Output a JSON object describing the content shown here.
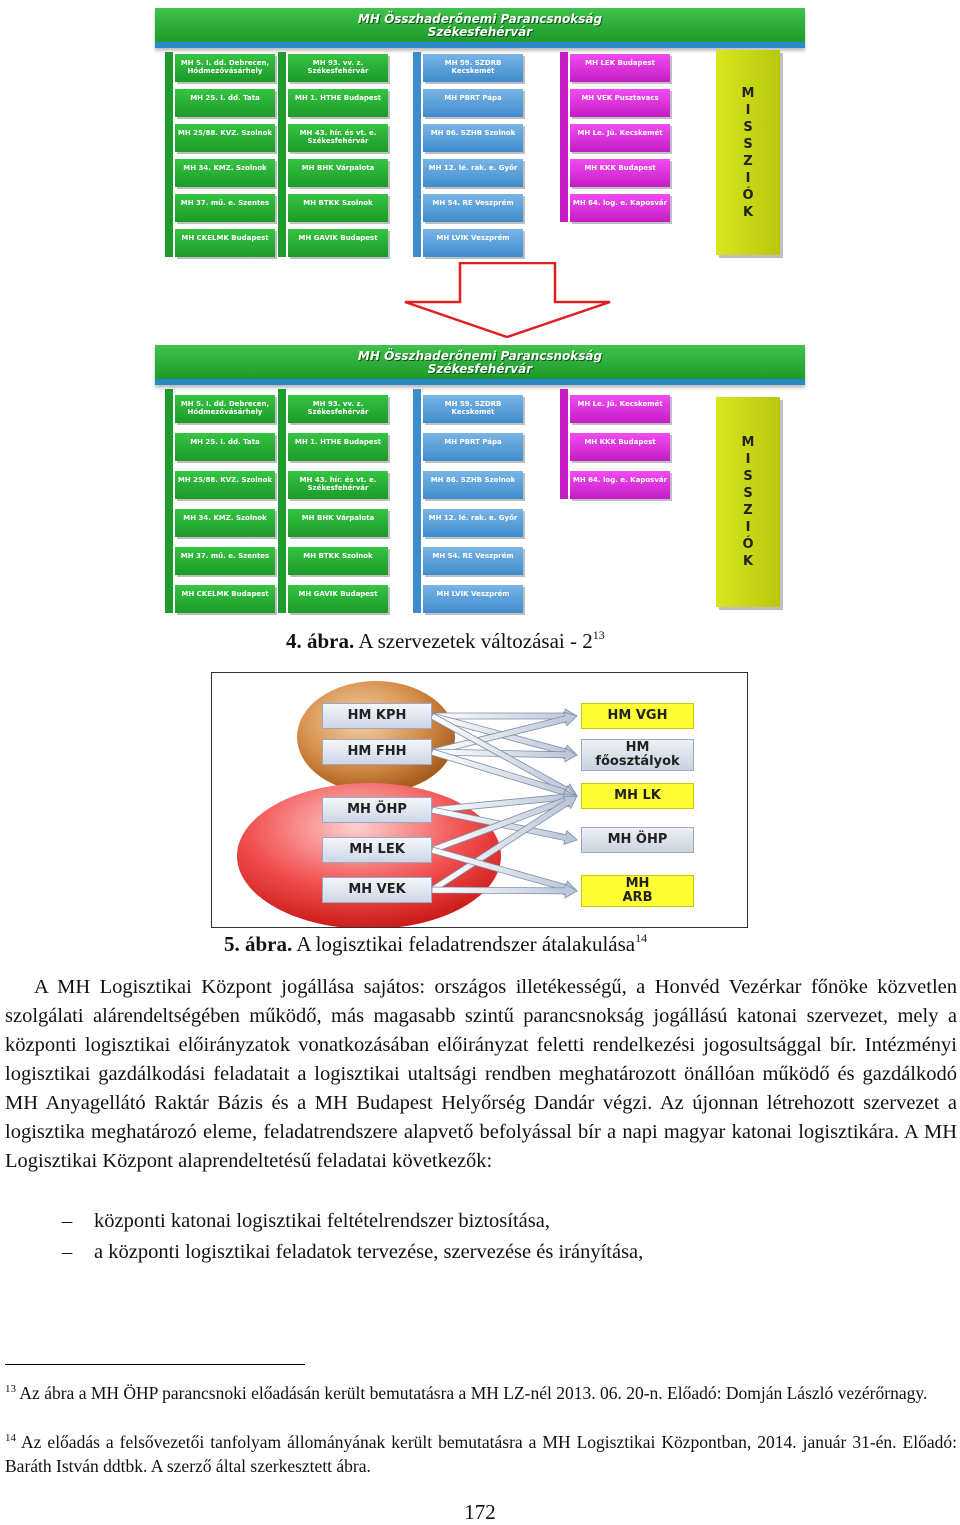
{
  "figure4": {
    "top_chart": {
      "banner_line1": "MH Összhaderőnemi Parancsnokság",
      "banner_line2": "Székesfehérvár",
      "green_col1": [
        "MH 5. I. dd. Debrecen, Hódmezővásárhely",
        "MH 25. I. dd. Tata",
        "MH 25/88. KVZ. Szolnok",
        "MH 34. KMZ. Szolnok",
        "MH 37. mű. e. Szentes",
        "MH CKELMK Budapest"
      ],
      "green_col2": [
        "MH 93. vv. z. Székesfehérvár",
        "MH 1. HTHE Budapest",
        "MH 43. hír. és vt. e. Székesfehérvár",
        "MH BHK Várpalota",
        "MH BTKK Szolnok",
        "MH GAVIK Budapest"
      ],
      "blue_col": [
        "MH 59. SZDRB Kecskemét",
        "MH PBRT Pápa",
        "MH 86. SZHB Szolnok",
        "MH 12. lé. rak. e. Győr",
        "MH 54. RE Veszprém",
        "MH LVIK Veszprém"
      ],
      "pink_col": [
        "MH LEK Budapest",
        "MH VEK Pusztavacs",
        "MH Le. Jü. Kecskemét",
        "MH KKK Budapest",
        "MH 64. log. e. Kaposvár"
      ],
      "missions": "MISSZIÓK"
    },
    "bottom_chart": {
      "banner_line1": "MH Összhaderőnemi Parancsnokság",
      "banner_line2": "Székesfehérvár",
      "green_col1": [
        "MH 5. I. dd. Debrecen, Hódmezővásárhely",
        "MH 25. I. dd. Tata",
        "MH 25/88. KVZ. Szolnok",
        "MH 34. KMZ. Szolnok",
        "MH 37. mű. e. Szentes",
        "MH CKELMK Budapest"
      ],
      "green_col2": [
        "MH 93. vv. z. Székesfehérvár",
        "MH 1. HTHE Budapest",
        "MH 43. hír. és vt. e. Székesfehérvár",
        "MH BHK Várpalota",
        "MH BTKK Szolnok",
        "MH GAVIK Budapest"
      ],
      "blue_col": [
        "MH 59. SZDRB Kecskemét",
        "MH PBRT Pápa",
        "MH 86. SZHB Szolnok",
        "MH 12. lé. rak. e. Győr",
        "MH 54. RE Veszprém",
        "MH LVIK Veszprém"
      ],
      "pink_col": [
        "MH Le. Jü. Kecskemét",
        "MH KKK Budapest",
        "MH 64. log. e. Kaposvár"
      ],
      "missions": "MISSZIÓK"
    },
    "caption_label": "4. ábra.",
    "caption_text": " A szervezetek változásai - 2",
    "caption_sup": "13"
  },
  "figure5": {
    "left_boxes": [
      "HM KPH",
      "HM FHH",
      "MH ÖHP",
      "MH LEK",
      "MH VEK"
    ],
    "right_boxes": [
      "HM VGH",
      "HM főosztályok",
      "MH LK",
      "MH ÖHP",
      "MH ARB"
    ],
    "caption_label": "5. ábra.",
    "caption_text": " A logisztikai feladatrendszer átalakulása",
    "caption_sup": "14"
  },
  "body": {
    "paragraph": "A MH Logisztikai Központ jogállása sajátos: országos illetékességű, a Honvéd Vezérkar főnöke közvetlen szolgálati alárendeltségében működő, más magasabb szintű parancsnokság jogállású katonai szervezet, mely a központi logisztikai előirányzatok vonatkozásában előirányzat feletti rendelkezési jogosultsággal bír. Intézményi logisztikai gazdálkodási feladatait a logisztikai utaltsági rendben meghatározott önállóan működő és gazdálkodó MH Anyagellátó Raktár Bázis és a MH Budapest Helyőrség Dandár végzi. Az újonnan létrehozott szervezet a logisztika meghatározó eleme, feladatrendszere alapvető befolyással bír a napi magyar katonai logisztikára. A MH Logisztikai Központ alaprendeltetésű feladatai következők:",
    "bullets": [
      "központi katonai logisztikai feltételrendszer biztosítása,",
      "a központi logisztikai feladatok tervezése, szervezése és irányítása,"
    ],
    "bullet_marker": "–"
  },
  "footnotes": [
    {
      "num": "13",
      "text": "Az ábra a MH ÖHP parancsnoki előadásán került bemutatásra a MH LZ-nél 2013. 06. 20-n. Előadó: Domján László vezérőrnagy."
    },
    {
      "num": "14",
      "text": "Az előadás a felsővezetői tanfolyam állományának került bemutatásra a MH Logisztikai Központban, 2014. január 31-én. Előadó: Baráth István ddtbk. A szerző által szerkesztett ábra."
    }
  ],
  "page_number": "172",
  "colors": {
    "green": "#1f9a2c",
    "blue": "#3f8ccc",
    "pink": "#c51cc5",
    "yellow": "#d8e61e",
    "arrow_red": "#e02020"
  }
}
